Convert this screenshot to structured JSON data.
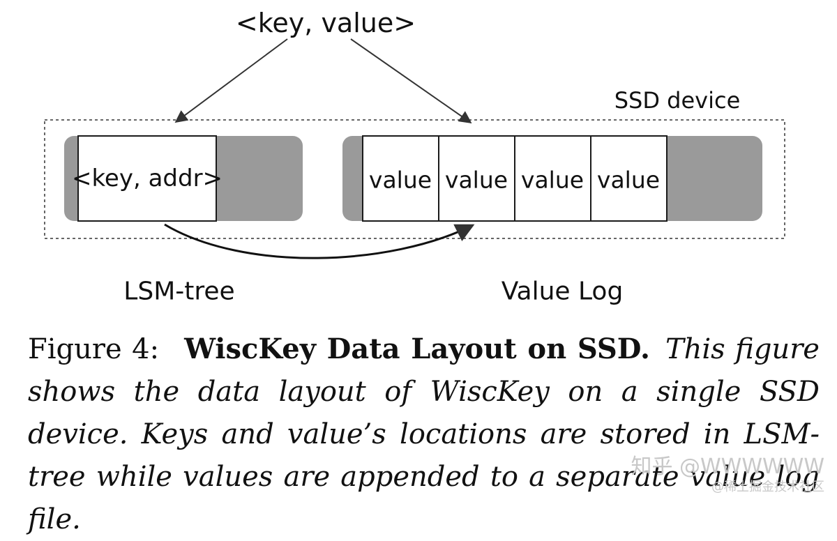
{
  "diagram": {
    "top_label": "<key, value>",
    "device_label": "SSD device",
    "lsm_cell": "<key, addr>",
    "value_cells": [
      "value",
      "value",
      "value",
      "value"
    ],
    "lsm_label": "LSM-tree",
    "vlog_label": "Value Log",
    "colors": {
      "storage_fill": "#9a9a9a",
      "cell_fill": "#ffffff",
      "stroke": "#1a1a1a",
      "arrow": "#333333"
    }
  },
  "caption": {
    "number": "Figure 4:",
    "title": "WiscKey Data Layout on SSD.",
    "body": "This figure shows the data layout of WiscKey on a single SSD device. Keys and value’s locations are stored in LSM-tree while values are appended to a separate value log file."
  },
  "watermark": {
    "line1": "知乎 @WWWWWW",
    "line2": "@稀土掘金技术社区"
  }
}
